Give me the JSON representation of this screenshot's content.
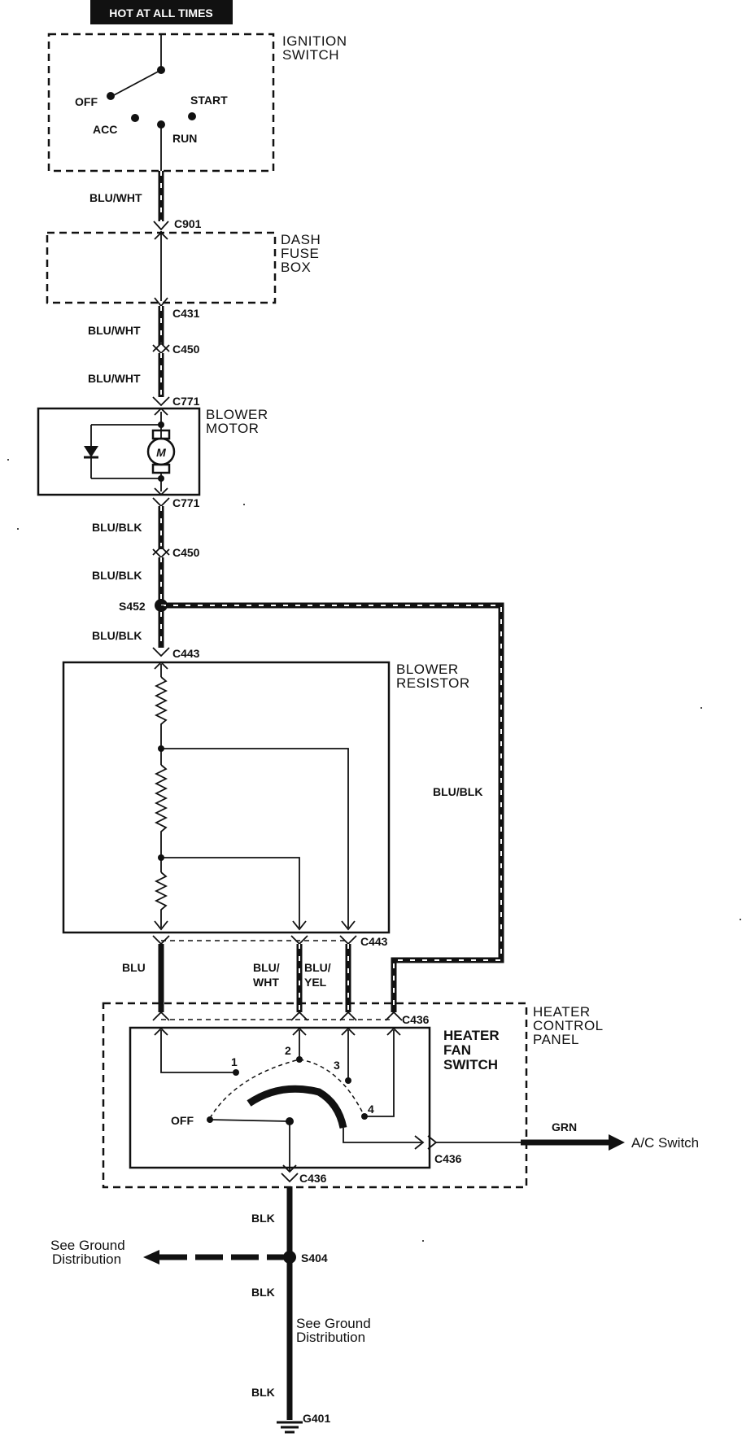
{
  "banner": "HOT AT ALL TIMES",
  "components": {
    "ignition_switch": [
      "IGNITION",
      "SWITCH"
    ],
    "dash_fuse_box": [
      "DASH",
      "FUSE",
      "BOX"
    ],
    "blower_motor": [
      "BLOWER",
      "MOTOR"
    ],
    "blower_resistor": [
      "BLOWER",
      "RESISTOR"
    ],
    "heater_control_panel": [
      "HEATER",
      "CONTROL",
      "PANEL"
    ],
    "heater_fan_switch": [
      "HEATER",
      "FAN",
      "SWITCH"
    ]
  },
  "switch_positions": {
    "off": "OFF",
    "acc": "ACC",
    "start": "START",
    "run": "RUN"
  },
  "motor_symbol": "M",
  "fan_positions": [
    "1",
    "2",
    "3",
    "4"
  ],
  "fan_off": "OFF",
  "wires": {
    "blu_wht": "BLU/WHT",
    "blu_blk": "BLU/BLK",
    "blu": "BLU",
    "blu_wht_split": [
      "BLU/",
      "WHT"
    ],
    "blu_yel_split": [
      "BLU/",
      "YEL"
    ],
    "grn": "GRN",
    "blk": "BLK"
  },
  "connectors": {
    "c901": "C901",
    "c431": "C431",
    "c450": "C450",
    "c771": "C771",
    "c443": "C443",
    "c436": "C436",
    "s452": "S452",
    "s404": "S404",
    "g401": "G401"
  },
  "references": {
    "ac_switch": "A/C Switch",
    "ground_dist": [
      "See Ground",
      "Distribution"
    ]
  }
}
